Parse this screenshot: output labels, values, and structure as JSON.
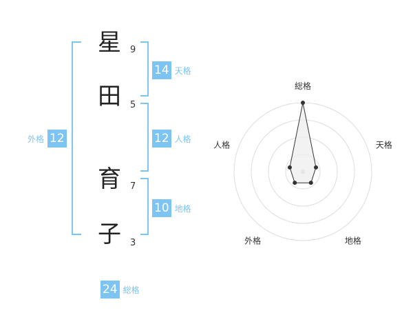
{
  "name": {
    "characters": [
      "星",
      "田",
      "育",
      "子"
    ],
    "strokes": [
      "9",
      "5",
      "7",
      "3"
    ]
  },
  "fortune": {
    "tenkaku": {
      "label": "天格",
      "value": "14"
    },
    "jinkaku": {
      "label": "人格",
      "value": "12"
    },
    "chikaku": {
      "label": "地格",
      "value": "10"
    },
    "gaikaku": {
      "label": "外格",
      "value": "12"
    },
    "soukaku": {
      "label": "総格",
      "value": "24"
    }
  },
  "colors": {
    "accent": "#7ec4f2",
    "radar_fill": "#eeeeee",
    "radar_line": "#333333",
    "grid": "#dddddd"
  },
  "chart_data": {
    "type": "radar",
    "axes": [
      "総格",
      "天格",
      "地格",
      "外格",
      "人格"
    ],
    "values": [
      1.0,
      0.2,
      0.2,
      0.2,
      0.2
    ],
    "rings": 4,
    "range": [
      0,
      1
    ]
  }
}
